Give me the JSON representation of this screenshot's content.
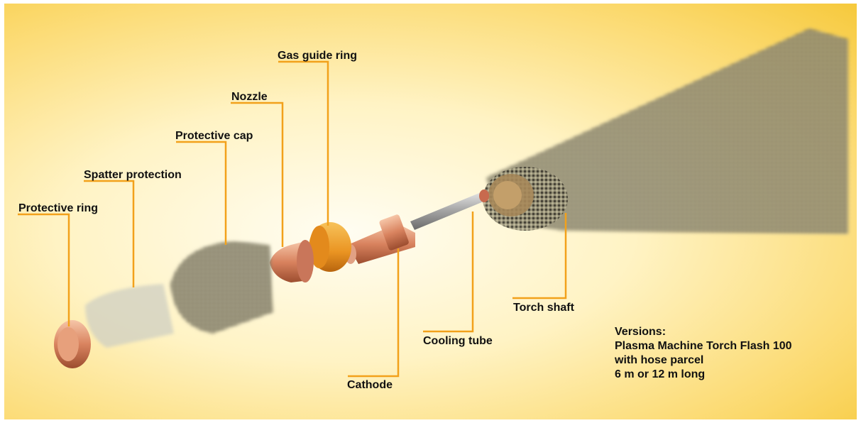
{
  "labels": {
    "gas_guide_ring": "Gas guide ring",
    "nozzle": "Nozzle",
    "protective_cap": "Protective cap",
    "spatter_protection": "Spatter protection",
    "protective_ring": "Protective ring",
    "torch_shaft": "Torch shaft",
    "cooling_tube": "Cooling tube",
    "cathode": "Cathode"
  },
  "versions": {
    "heading": "Versions:",
    "line1": "Plasma Machine Torch Flash 100",
    "line2": "with hose parcel",
    "line3": "6 m or 12 m long"
  },
  "colors": {
    "leader": "#f2a11b",
    "copper": "#d9835f",
    "gas_ring": "#f0a22e",
    "shaft": "#6e6a5a",
    "background": "#fbe28a"
  }
}
